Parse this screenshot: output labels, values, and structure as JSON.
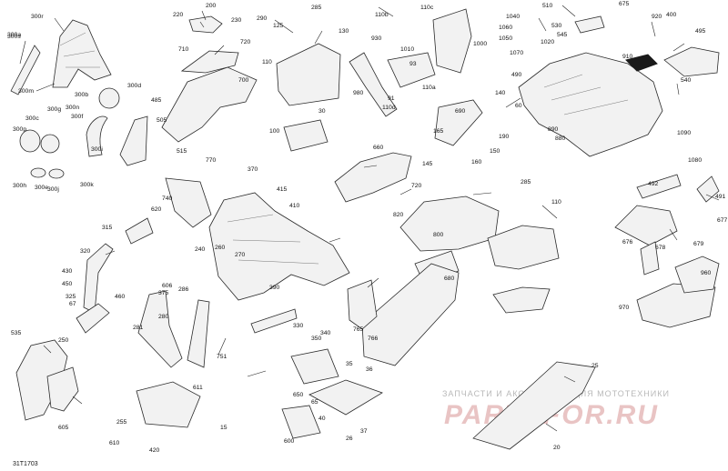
{
  "diagram": {
    "figure_code": "31T1703",
    "watermark": {
      "line1": "ЗАПЧАСТИ И АКСЕССУАРЫ ДЛЯ МОТОТЕХНИКИ",
      "logo": "PARTSFOR.RU"
    },
    "callouts": [
      "300a",
      "300r",
      "300s",
      "300m",
      "300c",
      "300g",
      "300n",
      "300f",
      "300d",
      "300b",
      "300p",
      "300h",
      "300e",
      "300j",
      "300k",
      "300i",
      "200",
      "220",
      "230",
      "290",
      "710",
      "720",
      "700",
      "485",
      "505",
      "515",
      "125",
      "285",
      "130",
      "110",
      "100",
      "980",
      "1010",
      "93",
      "110c",
      "110b",
      "91",
      "110a",
      "110d",
      "30",
      "930",
      "1000",
      "1040",
      "1060",
      "1050",
      "1070",
      "1020",
      "510",
      "675",
      "545",
      "530",
      "920",
      "400",
      "495",
      "910",
      "490",
      "890",
      "880",
      "140",
      "690",
      "165",
      "160",
      "150",
      "190",
      "60",
      "540",
      "1090",
      "1080",
      "492",
      "491",
      "770",
      "740",
      "370",
      "410",
      "415",
      "660",
      "145",
      "720",
      "820",
      "285",
      "110",
      "800",
      "680",
      "676",
      "677",
      "678",
      "679",
      "960",
      "970",
      "620",
      "315",
      "320",
      "430",
      "450",
      "325",
      "67",
      "460",
      "535",
      "250",
      "605",
      "606",
      "375",
      "286",
      "280",
      "281",
      "751",
      "390",
      "765",
      "766",
      "650",
      "600",
      "611",
      "255",
      "610",
      "420",
      "15",
      "65",
      "37",
      "26",
      "40",
      "35",
      "36",
      "20",
      "25",
      "260",
      "240",
      "270",
      "330",
      "340",
      "350"
    ]
  }
}
